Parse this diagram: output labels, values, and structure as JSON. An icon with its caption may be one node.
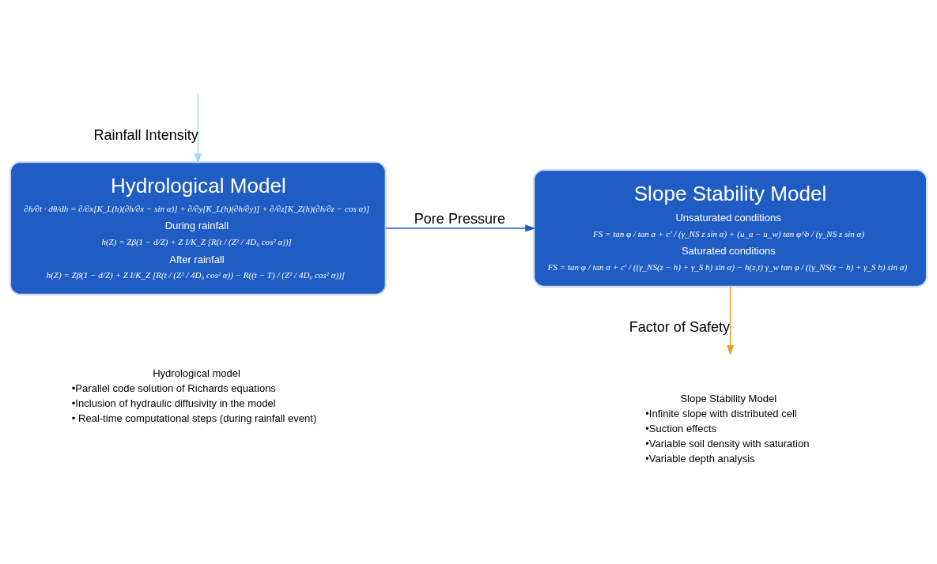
{
  "diagram": {
    "nodes": [
      {
        "text": [
          "Hydrological Model",
          "∂h/∂t · dθ/dh = ∂/∂x[K_L(h)(∂h/∂x − sin α)] + ∂/∂y[K_L(h)(∂h/∂y)] + ∂/∂z[K_Z(h)(∂h/∂z − cos α)]",
          "During rainfall",
          "h(Z) = Zβ(1 − d/Z) + Z I/K_Z [R(t / (Z² / 4D₀ cos² α))]",
          "After rainfall",
          "h(Z) = Zβ(1 − d/Z) + Z I/K_Z [R(t / (Z² / 4D₀ cos² α)) − R((t − T) / (Z² / 4D₀ cos² α))]"
        ],
        "beside": [
          "Hydrological model",
          "•Parallel code solution of Richards equations",
          "•Inclusion of hydraulic diffusivity in the model",
          "• Real-time computational steps (during rainfall event)"
        ]
      },
      {
        "text": [
          "Slope Stability Model",
          "Unsaturated conditions",
          "FS = tan φ / tan α + c' / (γ_NS z sin α) + (u_a − u_w) tan φ^b / (γ_NS z sin α)",
          "Saturated conditions",
          "FS = tan φ / tan α + c' / ((γ_NS(z − h) + γ_S h) sin α) − h(z,t) γ_w tan φ / ((γ_NS(z − h) + γ_S h) sin α)"
        ],
        "beside": [
          "Slope Stability Model",
          "•Infinite slope with distributed cell",
          "•Suction effects",
          "•Variable soil density with saturation",
          "•Variable depth analysis"
        ]
      }
    ],
    "edges": [
      {
        "from": null,
        "to": 0,
        "arrow": "to",
        "label": "Rainfall Intensity",
        "color": "#9fdcf5"
      },
      {
        "from": 0,
        "to": 1,
        "arrow": "to",
        "label": "Pore Pressure",
        "color": "#1a5bbf"
      },
      {
        "from": 1,
        "to": null,
        "arrow": "to",
        "label": "Factor of Safety",
        "color": "#e8a020"
      }
    ]
  }
}
